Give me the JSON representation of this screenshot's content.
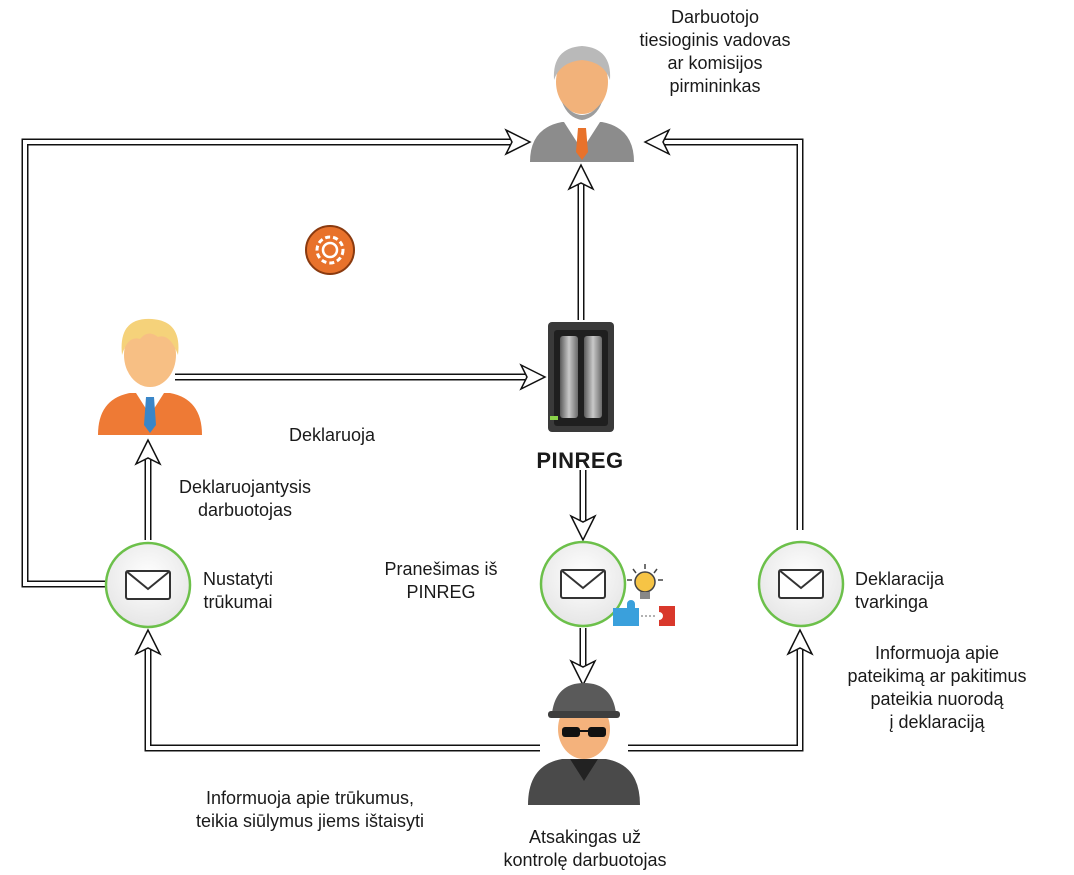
{
  "diagram": {
    "manager_label": "Darbuotojo\ntiesioginis vadovas\nar komisijos\npirmininkas",
    "declaring_employee_label": "Deklaruojantysis\ndarbuotojas",
    "declares_label": "Deklaruoja",
    "system_label": "PINREG",
    "notification_label": "Pranešimas iš\nPINREG",
    "deficiencies_label": "Nustatyti\ntrūkumai",
    "declaration_ok_label": "Deklaracija\ntvarkinga",
    "informs_submission_label": "Informuoja apie\npateikimą ar pakitimus\npateikia nuorodą\nį deklaraciją",
    "informs_deficiencies_label": "Informuoja apie trūkumus,\nteikia siūlymus jiems ištaisyti",
    "controller_label": "Atsakingas už\nkontrolę darbuotojas"
  },
  "colors": {
    "accent_orange": "#e8722b",
    "circle_green": "#6cc04a",
    "manager_gray": "#9a9a9a",
    "controller_dark": "#3c3c3c"
  }
}
